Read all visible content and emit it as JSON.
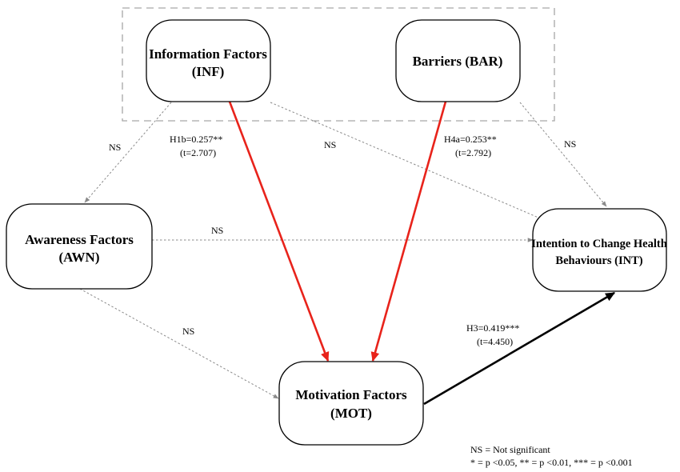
{
  "nodes": {
    "inf": {
      "line1": "Information Factors",
      "line2": "(INF)"
    },
    "bar": {
      "line1": "Barriers (BAR)"
    },
    "awn": {
      "line1": "Awareness Factors",
      "line2": "(AWN)"
    },
    "int": {
      "line1": "Intention to Change Health",
      "line2": "Behaviours (INT)"
    },
    "mot": {
      "line1": "Motivation Factors",
      "line2": "(MOT)"
    }
  },
  "edges": {
    "inf_awn": {
      "label": "NS",
      "significant": false
    },
    "inf_mot": {
      "label1": "H1b=0.257**",
      "label2": "(t=2.707)",
      "significant": true,
      "color": "#e8231b"
    },
    "inf_int": {
      "label": "NS",
      "significant": false
    },
    "bar_mot": {
      "label1": "H4a=0.253**",
      "label2": "(t=2.792)",
      "significant": true,
      "color": "#e8231b"
    },
    "bar_int": {
      "label": "NS",
      "significant": false
    },
    "awn_int": {
      "label": "NS",
      "significant": false
    },
    "awn_mot": {
      "label": "NS",
      "significant": false
    },
    "mot_int": {
      "label1": "H3=0.419***",
      "label2": "(t=4.450)",
      "significant": true,
      "color": "#000000"
    }
  },
  "legend": {
    "line1": "NS = Not significant",
    "line2": "* = p <0.05, ** = p <0.01, *** = p <0.001"
  },
  "colors": {
    "significant_red": "#e8231b",
    "ns_gray": "#8a8a8a",
    "group_border": "#a6a6a6"
  }
}
